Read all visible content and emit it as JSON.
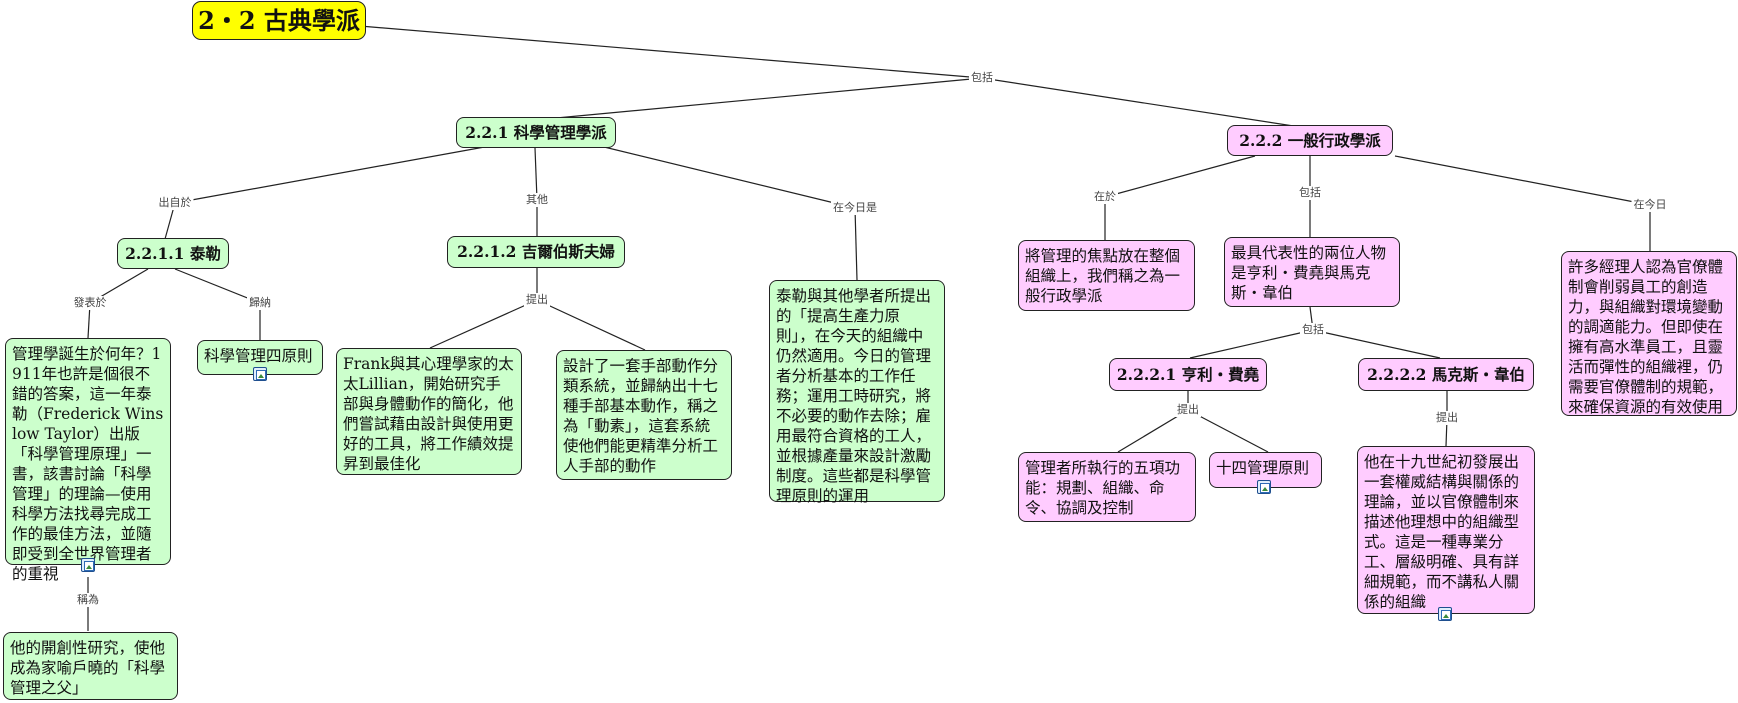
{
  "root": {
    "title": "2・2 古典學派"
  },
  "links": {
    "root_children": "包括",
    "sci_taylor": "出自於",
    "sci_gilbreth": "其他",
    "sci_today": "在今日是",
    "taylor_publish": "發表於",
    "taylor_summary": "歸納",
    "birth_called": "稱為",
    "gilbreth_propose": "提出",
    "admin_focus": "在於",
    "admin_include": "包括",
    "admin_today": "在今日",
    "reps_include": "包括",
    "fayol_propose": "提出",
    "weber_propose": "提出"
  },
  "scientific": {
    "title": "2.2.1  科學管理學派",
    "taylor": {
      "title": "2.2.1.1  泰勒",
      "birth": "管理學誕生於何年？1911年也許是個很不錯的答案，這一年泰勒（Frederick Winslow Taylor）出版「科學管理原理」一書，該書討論「科學管理」的理論—使用科學方法找尋完成工作的最佳方法，並隨即受到全世界管理者的重視",
      "father": "他的開創性研究，使他成為家喻戶曉的「科學管理之父」",
      "principles": "科學管理四原則"
    },
    "gilbreth": {
      "title": "2.2.1.2  吉爾伯斯夫婦",
      "research": "Frank與其心理學家的太太Lillian，開始研究手部與身體動作的簡化，他們嘗試藉由設計與使用更好的工具，將工作績效提昇到最佳化",
      "therbligs": "設計了一套手部動作分類系統，並歸納出十七種手部基本動作，稱之為「動素」，這套系統使他們能更精準分析工人手部的動作"
    },
    "today": "泰勒與其他學者所提出的「提高生產力原則」，在今天的組織中仍然適用。今日的管理者分析基本的工作任務；運用工時研究，將不必要的動作去除；雇用最符合資格的工人，並根據產量來設計激勵制度。這些都是科學管理原則的運用"
  },
  "administrative": {
    "title": "2.2.2  一般行政學派",
    "focus": "將管理的焦點放在整個組織上，我們稱之為一般行政學派",
    "reps": "最具代表性的兩位人物是亨利・費堯與馬克斯・韋伯",
    "fayol": {
      "title": "2.2.2.1  亨利・費堯",
      "functions": "管理者所執行的五項功能：規劃、組織、命令、協調及控制",
      "principles": "十四管理原則"
    },
    "weber": {
      "title": "2.2.2.2  馬克斯・韋伯",
      "bureaucracy": "他在十九世紀初發展出一套權威結構與關係的理論，並以官僚體制來描述他理想中的組織型式。這是一種專業分工、層級明確、具有詳細規範，而不講私人關係的組織"
    },
    "today": "許多經理人認為官僚體制會削弱員工的創造力，與組織對環境變動的調適能力。但即使在擁有高水準員工，且靈活而彈性的組織裡，仍需要官僚體制的規範，來確保資源的有效使用"
  },
  "colors": {
    "scientific_fill": "#ccffcc",
    "administrative_fill": "#ffccff",
    "root_fill": "#ffff00",
    "link_stroke": "#222222"
  }
}
